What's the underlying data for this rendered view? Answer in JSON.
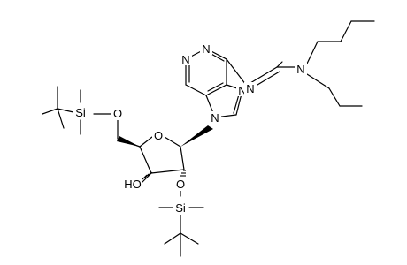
{
  "molecule": {
    "atoms": {
      "n_pyrimidine_top": "N",
      "n_pyrimidine_left": "N",
      "n_imidazole": "N",
      "n_glycosidic": "N",
      "n_amidine_imine": "N",
      "n_dibutylamino": "N",
      "o_ring": "O",
      "o_5prime": "O",
      "o_2prime": "O",
      "oh_3prime": "HO",
      "si_5prime": "Si",
      "si_2prime": "Si"
    }
  }
}
